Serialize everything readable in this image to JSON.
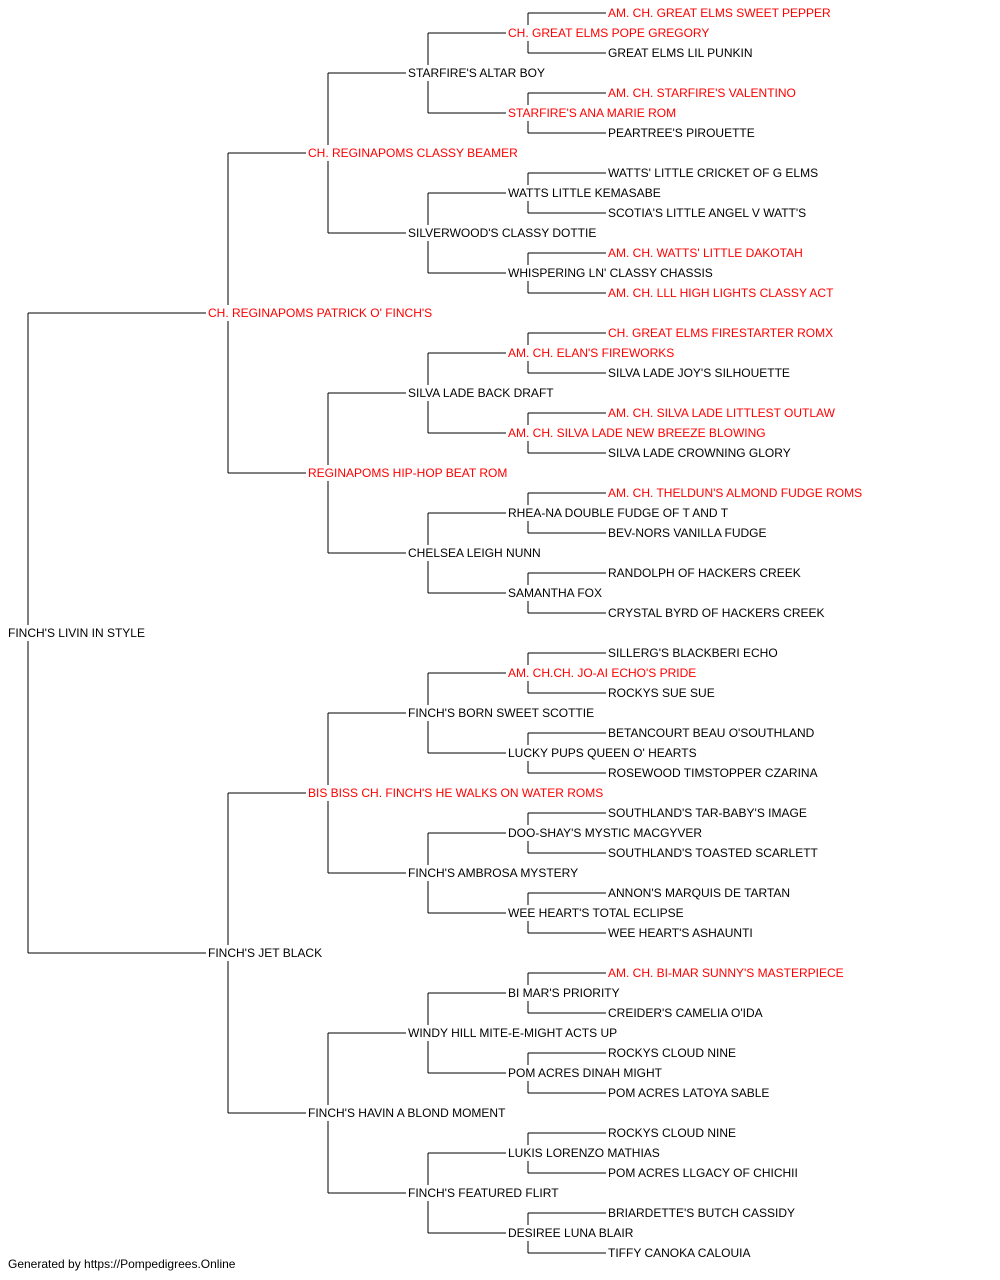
{
  "colors": {
    "champion": "#ff0000",
    "normal": "#000000",
    "connector": "#000000"
  },
  "pedigree": [
    {
      "name": "FINCH'S LIVIN IN STYLE",
      "champion": false
    },
    {
      "name": "CH. REGINAPOMS PATRICK O' FINCH'S",
      "champion": true
    },
    {
      "name": "CH. REGINAPOMS CLASSY BEAMER",
      "champion": true
    },
    {
      "name": "STARFIRE'S ALTAR BOY",
      "champion": false
    },
    {
      "name": "CH. GREAT ELMS POPE GREGORY",
      "champion": true
    },
    {
      "name": "AM. CH. GREAT ELMS SWEET PEPPER",
      "champion": true
    },
    {
      "name": "GREAT ELMS LIL PUNKIN",
      "champion": false
    },
    {
      "name": "STARFIRE'S ANA MARIE ROM",
      "champion": true
    },
    {
      "name": "AM. CH. STARFIRE'S VALENTINO",
      "champion": true
    },
    {
      "name": "PEARTREE'S PIROUETTE",
      "champion": false
    },
    {
      "name": "SILVERWOOD'S CLASSY DOTTIE",
      "champion": false
    },
    {
      "name": "WATTS LITTLE KEMASABE",
      "champion": false
    },
    {
      "name": "WATTS' LITTLE CRICKET OF G ELMS",
      "champion": false
    },
    {
      "name": "SCOTIA'S LITTLE ANGEL V WATT'S",
      "champion": false
    },
    {
      "name": "WHISPERING LN' CLASSY CHASSIS",
      "champion": false
    },
    {
      "name": "AM. CH. WATTS' LITTLE DAKOTAH",
      "champion": true
    },
    {
      "name": "AM. CH. LLL HIGH LIGHTS CLASSY ACT",
      "champion": true
    },
    {
      "name": "REGINAPOMS HIP-HOP BEAT ROM",
      "champion": true
    },
    {
      "name": "SILVA LADE BACK DRAFT",
      "champion": false
    },
    {
      "name": "AM. CH. ELAN'S FIREWORKS",
      "champion": true
    },
    {
      "name": "CH. GREAT ELMS FIRESTARTER ROMX",
      "champion": true
    },
    {
      "name": "SILVA LADE JOY'S SILHOUETTE",
      "champion": false
    },
    {
      "name": "AM. CH. SILVA LADE NEW BREEZE BLOWING",
      "champion": true
    },
    {
      "name": "AM. CH. SILVA LADE LITTLEST OUTLAW",
      "champion": true
    },
    {
      "name": "SILVA LADE CROWNING GLORY",
      "champion": false
    },
    {
      "name": "CHELSEA LEIGH NUNN",
      "champion": false
    },
    {
      "name": "RHEA-NA DOUBLE FUDGE OF T AND T",
      "champion": false
    },
    {
      "name": "AM. CH. THELDUN'S ALMOND FUDGE ROMS",
      "champion": true
    },
    {
      "name": "BEV-NORS VANILLA FUDGE",
      "champion": false
    },
    {
      "name": "SAMANTHA FOX",
      "champion": false
    },
    {
      "name": "RANDOLPH OF HACKERS CREEK",
      "champion": false
    },
    {
      "name": "CRYSTAL BYRD OF HACKERS CREEK",
      "champion": false
    },
    {
      "name": "FINCH'S JET BLACK",
      "champion": false
    },
    {
      "name": "BIS BISS CH. FINCH'S HE WALKS ON WATER ROMS",
      "champion": true
    },
    {
      "name": "FINCH'S BORN SWEET SCOTTIE",
      "champion": false
    },
    {
      "name": "AM. CH.CH. JO-AI ECHO'S PRIDE",
      "champion": true
    },
    {
      "name": "SILLERG'S BLACKBERI ECHO",
      "champion": false
    },
    {
      "name": "ROCKYS SUE SUE",
      "champion": false
    },
    {
      "name": "LUCKY PUPS QUEEN O' HEARTS",
      "champion": false
    },
    {
      "name": "BETANCOURT BEAU O'SOUTHLAND",
      "champion": false
    },
    {
      "name": "ROSEWOOD TIMSTOPPER CZARINA",
      "champion": false
    },
    {
      "name": "FINCH'S AMBROSA MYSTERY",
      "champion": false
    },
    {
      "name": "DOO-SHAY'S MYSTIC MACGYVER",
      "champion": false
    },
    {
      "name": "SOUTHLAND'S TAR-BABY'S IMAGE",
      "champion": false
    },
    {
      "name": "SOUTHLAND'S TOASTED SCARLETT",
      "champion": false
    },
    {
      "name": "WEE HEART'S TOTAL ECLIPSE",
      "champion": false
    },
    {
      "name": "ANNON'S MARQUIS DE TARTAN",
      "champion": false
    },
    {
      "name": "WEE HEART'S ASHAUNTI",
      "champion": false
    },
    {
      "name": "FINCH'S HAVIN A BLOND MOMENT",
      "champion": false
    },
    {
      "name": "WINDY HILL MITE-E-MIGHT ACTS UP",
      "champion": false
    },
    {
      "name": "BI MAR'S PRIORITY",
      "champion": false
    },
    {
      "name": "AM. CH. BI-MAR SUNNY'S MASTERPIECE",
      "champion": true
    },
    {
      "name": "CREIDER'S CAMELIA O'IDA",
      "champion": false
    },
    {
      "name": "POM ACRES DINAH MIGHT",
      "champion": false
    },
    {
      "name": "ROCKYS CLOUD NINE",
      "champion": false
    },
    {
      "name": "POM ACRES LATOYA SABLE",
      "champion": false
    },
    {
      "name": "FINCH'S FEATURED FLIRT",
      "champion": false
    },
    {
      "name": "LUKIS LORENZO MATHIAS",
      "champion": false
    },
    {
      "name": "ROCKYS CLOUD NINE",
      "champion": false
    },
    {
      "name": "POM ACRES LLGACY OF CHICHII",
      "champion": false
    },
    {
      "name": "DESIREE LUNA BLAIR",
      "champion": false
    },
    {
      "name": "BRIARDETTE'S BUTCH CASSIDY",
      "champion": false
    },
    {
      "name": "TIFFY CANOKA CALOUIA",
      "champion": false
    }
  ],
  "footer": "Generated by https://Pompedigrees.Online"
}
